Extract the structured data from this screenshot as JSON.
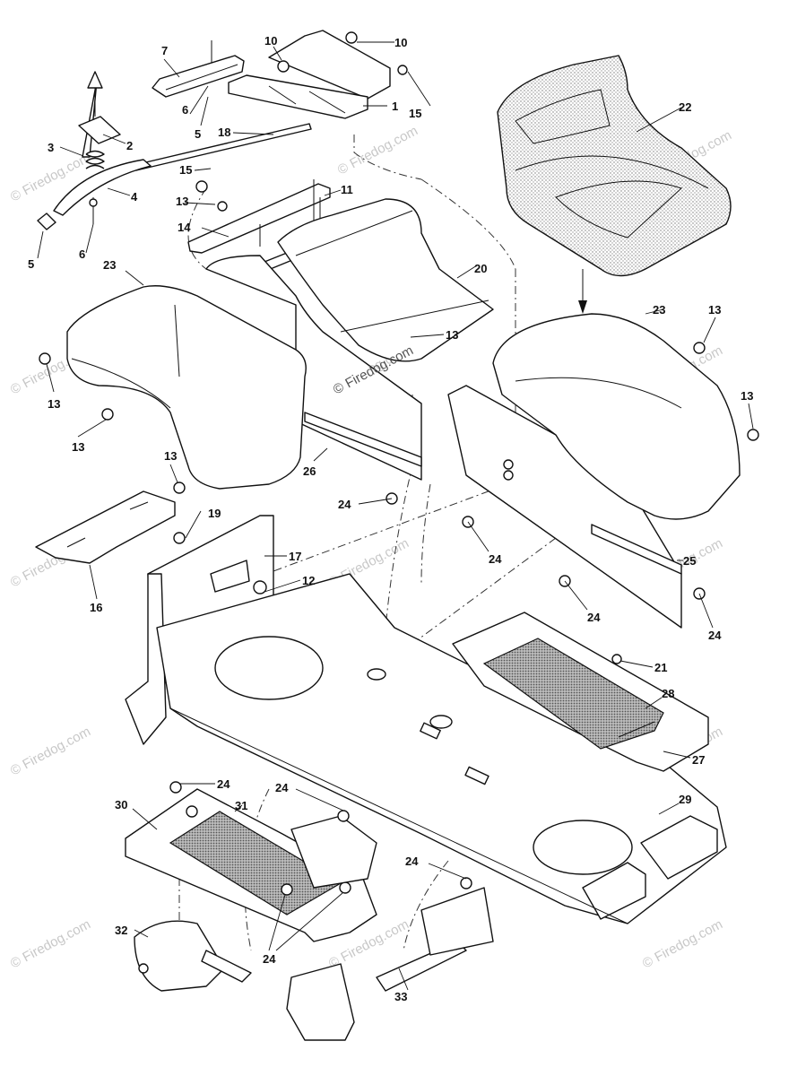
{
  "watermark": "© Firedog.com",
  "callouts": [
    {
      "num": "1"
    },
    {
      "num": "2"
    },
    {
      "num": "3"
    },
    {
      "num": "4"
    },
    {
      "num": "5"
    },
    {
      "num": "5"
    },
    {
      "num": "6"
    },
    {
      "num": "6"
    },
    {
      "num": "7"
    },
    {
      "num": "10"
    },
    {
      "num": "10"
    },
    {
      "num": "11"
    },
    {
      "num": "12"
    },
    {
      "num": "13"
    },
    {
      "num": "13"
    },
    {
      "num": "13"
    },
    {
      "num": "13"
    },
    {
      "num": "13"
    },
    {
      "num": "13"
    },
    {
      "num": "13"
    },
    {
      "num": "14"
    },
    {
      "num": "15"
    },
    {
      "num": "15"
    },
    {
      "num": "16"
    },
    {
      "num": "17"
    },
    {
      "num": "18"
    },
    {
      "num": "19"
    },
    {
      "num": "20"
    },
    {
      "num": "21"
    },
    {
      "num": "22"
    },
    {
      "num": "23"
    },
    {
      "num": "23"
    },
    {
      "num": "24"
    },
    {
      "num": "24"
    },
    {
      "num": "24"
    },
    {
      "num": "24"
    },
    {
      "num": "24"
    },
    {
      "num": "24"
    },
    {
      "num": "24"
    },
    {
      "num": "25"
    },
    {
      "num": "26"
    },
    {
      "num": "27"
    },
    {
      "num": "28"
    },
    {
      "num": "29"
    },
    {
      "num": "30"
    },
    {
      "num": "31"
    },
    {
      "num": "32"
    },
    {
      "num": "33"
    }
  ]
}
